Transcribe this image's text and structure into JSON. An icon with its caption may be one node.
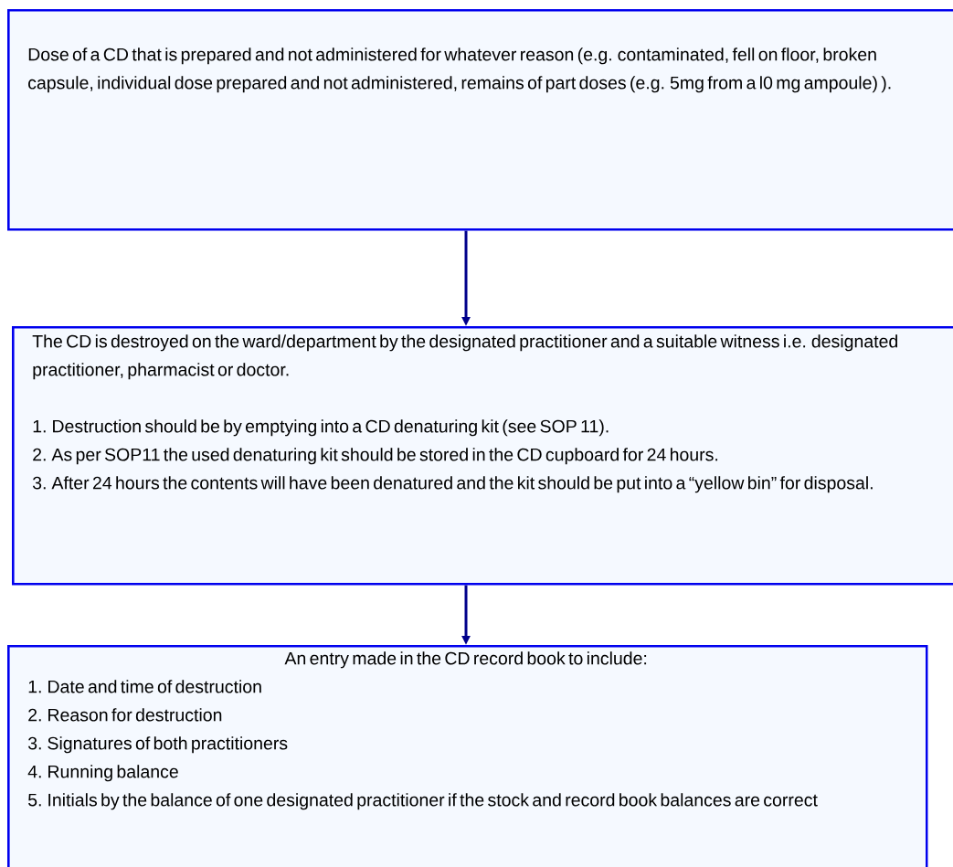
{
  "diagram": {
    "nodes": [
      {
        "text": [
          "Dose of a CD that is prepared and not administered for whatever reason (e.g. contaminated, fell on floor, broken capsule, individual dose prepared and not administered, remains of part doses (e.g. 5mg from a l0 mg ampoule) )."
        ]
      },
      {
        "text": [
          "The CD is destroyed on the ward/department by the designated practitioner and a suitable witness i.e. designated practitioner, pharmacist or doctor.",
          "1. Destruction should be by emptying into a CD denaturing kit (see SOP 11).",
          "2. As per SOP11 the used denaturing kit should be stored in the CD cupboard for 24 hours.",
          "3. After 24 hours the contents will have been denatured and the kit should be put into a “yellow bin” for disposal."
        ]
      },
      {
        "text": [
          "An entry made in the CD record book to include:",
          "1. Date and time of destruction",
          "2. Reason for destruction",
          "3. Signatures of both practitioners",
          "4. Running balance",
          "5. Initials by the balance of one designated practitioner if the stock and record book balances are correct"
        ]
      }
    ],
    "edges": [
      {
        "from": 0,
        "to": 1,
        "arrow": "to"
      },
      {
        "from": 1,
        "to": 2,
        "arrow": "to"
      }
    ]
  }
}
